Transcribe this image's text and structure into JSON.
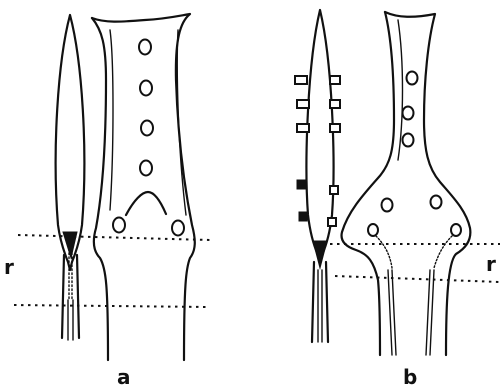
{
  "labels": {
    "panel_a": "a",
    "panel_b": "b",
    "region_left": "r",
    "region_right": "r"
  }
}
